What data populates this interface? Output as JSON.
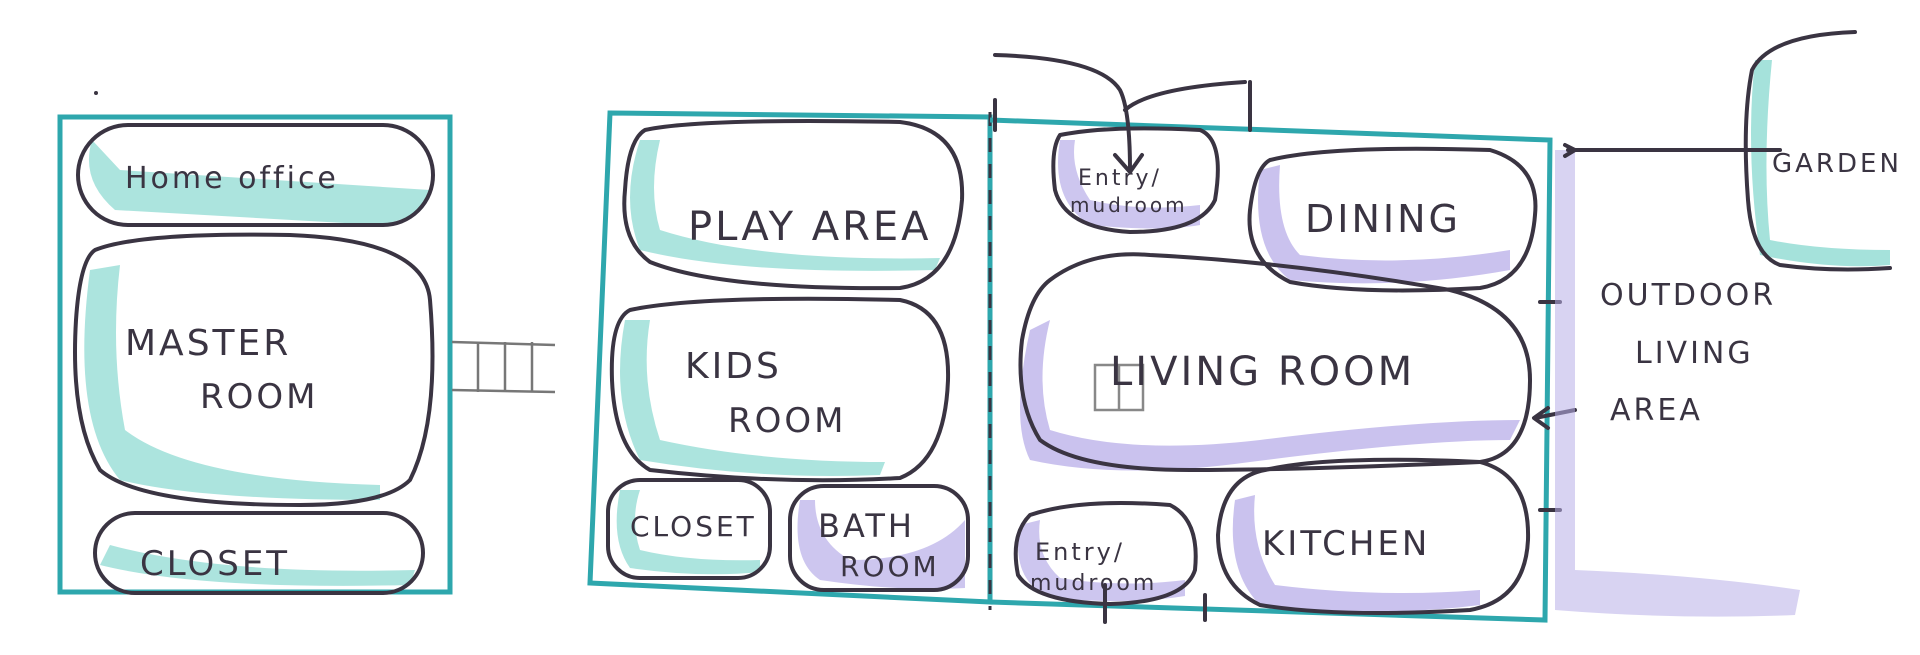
{
  "colors": {
    "ink": "#3a3442",
    "teal_wash": "#7fd6cc",
    "teal_line": "#2ea7ad",
    "violet_wash": "#b8aee8"
  },
  "rooms": {
    "home_office": "Home office",
    "master_room": [
      "MASTER",
      "ROOM"
    ],
    "closet_left": "CLOSET",
    "play_area": "PLAY AREA",
    "kids_room": [
      "KIDS",
      "ROOM"
    ],
    "closet_mid": "CLOSET",
    "bath_room": [
      "BATH",
      "ROOM"
    ],
    "entry_top": [
      "Entry/",
      "mudroom"
    ],
    "dining": "DINING",
    "living_room": "LIVING ROOM",
    "entry_bottom": [
      "Entry/",
      "mudroom"
    ],
    "kitchen": "KITCHEN",
    "outdoor_living": [
      "OUTDOOR",
      "LIVING",
      "AREA"
    ],
    "garden": "GARDEN"
  }
}
